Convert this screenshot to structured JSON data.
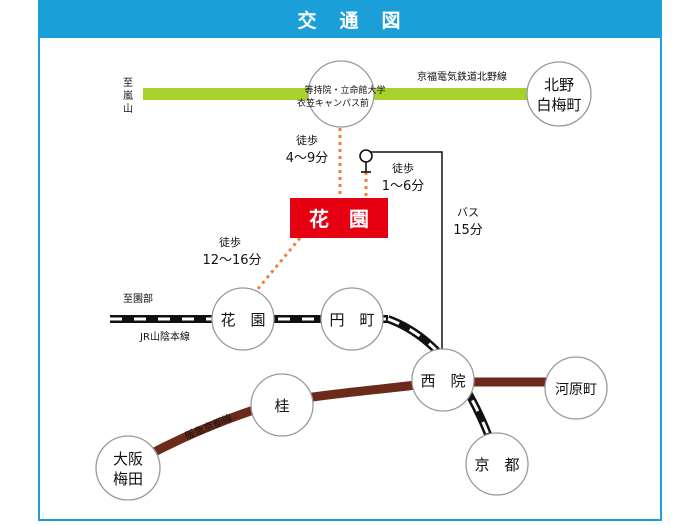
{
  "header": {
    "title": "交　通　図"
  },
  "lines": {
    "randen": "京福電気鉄道北野線",
    "jr": "JR山陰本線",
    "hankyu": "阪急京都線"
  },
  "directions": {
    "arashiyama": [
      "至",
      "嵐",
      "山"
    ],
    "sonobe": "至園部"
  },
  "stations": {
    "tojiin": [
      "等持院・立命館大学",
      "衣笠キャンパス前"
    ],
    "kitano": [
      "北野",
      "白梅町"
    ],
    "hanazono_jr": "花　園",
    "enmachi": "円　町",
    "saiin": "西　院",
    "kawaramachi": "河原町",
    "katsura": "桂",
    "kyoto": "京　都",
    "umeda": [
      "大阪",
      "梅田"
    ]
  },
  "destination": {
    "label": "花　園"
  },
  "routes": {
    "walk_tojiin": [
      "徒歩",
      "4〜9分"
    ],
    "walk_bus": [
      "徒歩",
      "1〜6分"
    ],
    "bus": [
      "バス",
      "15分"
    ],
    "walk_jr": [
      "徒歩",
      "12〜16分"
    ]
  },
  "colors": {
    "header": "#1a9fd9",
    "randen": "#a7d22c",
    "hankyu": "#6b2a1a",
    "destination": "#e60012",
    "walk": "#ef7d3c"
  }
}
